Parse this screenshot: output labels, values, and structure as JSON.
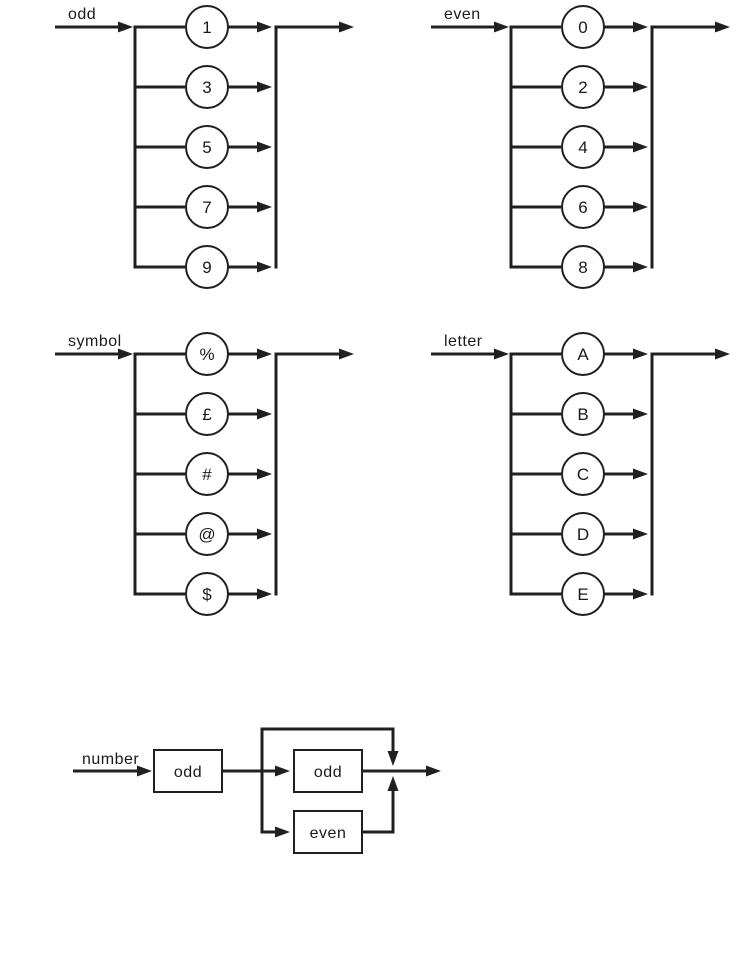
{
  "style": {
    "line_color": "#231f20",
    "text_color": "#1a1a1a",
    "node_fill": "#ffffff",
    "background": "#ffffff"
  },
  "alt_diagrams": [
    {
      "name": "odd",
      "items": [
        "1",
        "3",
        "5",
        "7",
        "9"
      ]
    },
    {
      "name": "even",
      "items": [
        "0",
        "2",
        "4",
        "6",
        "8"
      ]
    },
    {
      "name": "symbol",
      "items": [
        "%",
        "£",
        "#",
        "@",
        "$"
      ]
    },
    {
      "name": "letter",
      "items": [
        "A",
        "B",
        "C",
        "D",
        "E"
      ]
    }
  ],
  "sequence_diagram": {
    "name": "number",
    "first_box": "odd",
    "branch_boxes": [
      "odd",
      "even"
    ]
  },
  "icons": {
    "arrowhead": "filled-triangle"
  }
}
